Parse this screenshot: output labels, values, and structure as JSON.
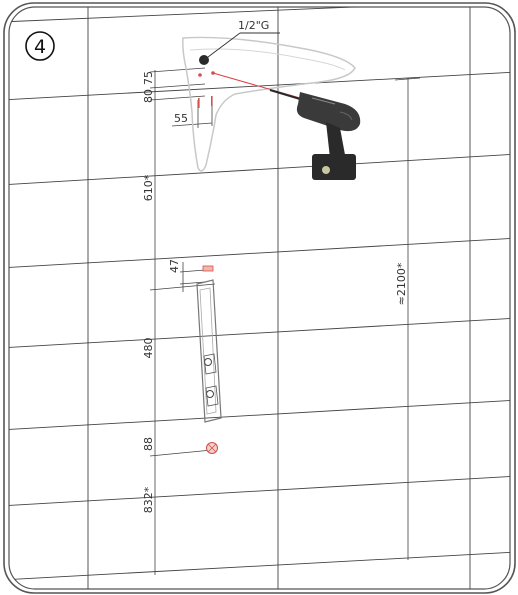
{
  "step": {
    "number": "4"
  },
  "labels": {
    "thread": "1/2\"G",
    "d75": "75",
    "d80": "80",
    "d55": "55",
    "d610": "610*",
    "d47": "47",
    "d480": "480",
    "d88": "88",
    "d832": "832*",
    "d2100": "≈2100*"
  },
  "colors": {
    "frame": "#555555",
    "grid": "#444444",
    "part": "#c8c8c8",
    "laser": "#e04040",
    "mark": "#d05050",
    "drill": "#2a2a2a"
  }
}
